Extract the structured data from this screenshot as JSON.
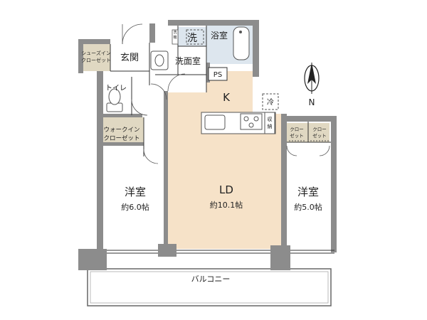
{
  "rooms": {
    "shoes_closet": "シューズイン\nクローゼット",
    "entrance": "玄関",
    "washer": "洗",
    "bath": "浴室",
    "washroom": "洗面室",
    "ps": "PS",
    "toilet": "トイレ",
    "kitchen": "K",
    "fridge": "冷",
    "storage": "収\n納",
    "walkin_closet": "ウォークイン\nクローゼット",
    "closet_a": "クロー\nゼット",
    "closet_b": "クロー\nゼット",
    "western_left": {
      "name": "洋室",
      "size": "約6.0帖"
    },
    "ld": {
      "name": "LD",
      "size": "約10.1帖"
    },
    "western_right": {
      "name": "洋室",
      "size": "約5.0帖"
    },
    "balcony": "バルコニー",
    "wash_small": "洗\n機"
  },
  "compass": {
    "label": "N"
  },
  "colors": {
    "wall": "#8c8c8c",
    "ld_floor": "#f6e2c8",
    "closet_floor": "#e0d8c2",
    "tile_floor": "#dde6ee",
    "room_floor": "#ffffff"
  }
}
